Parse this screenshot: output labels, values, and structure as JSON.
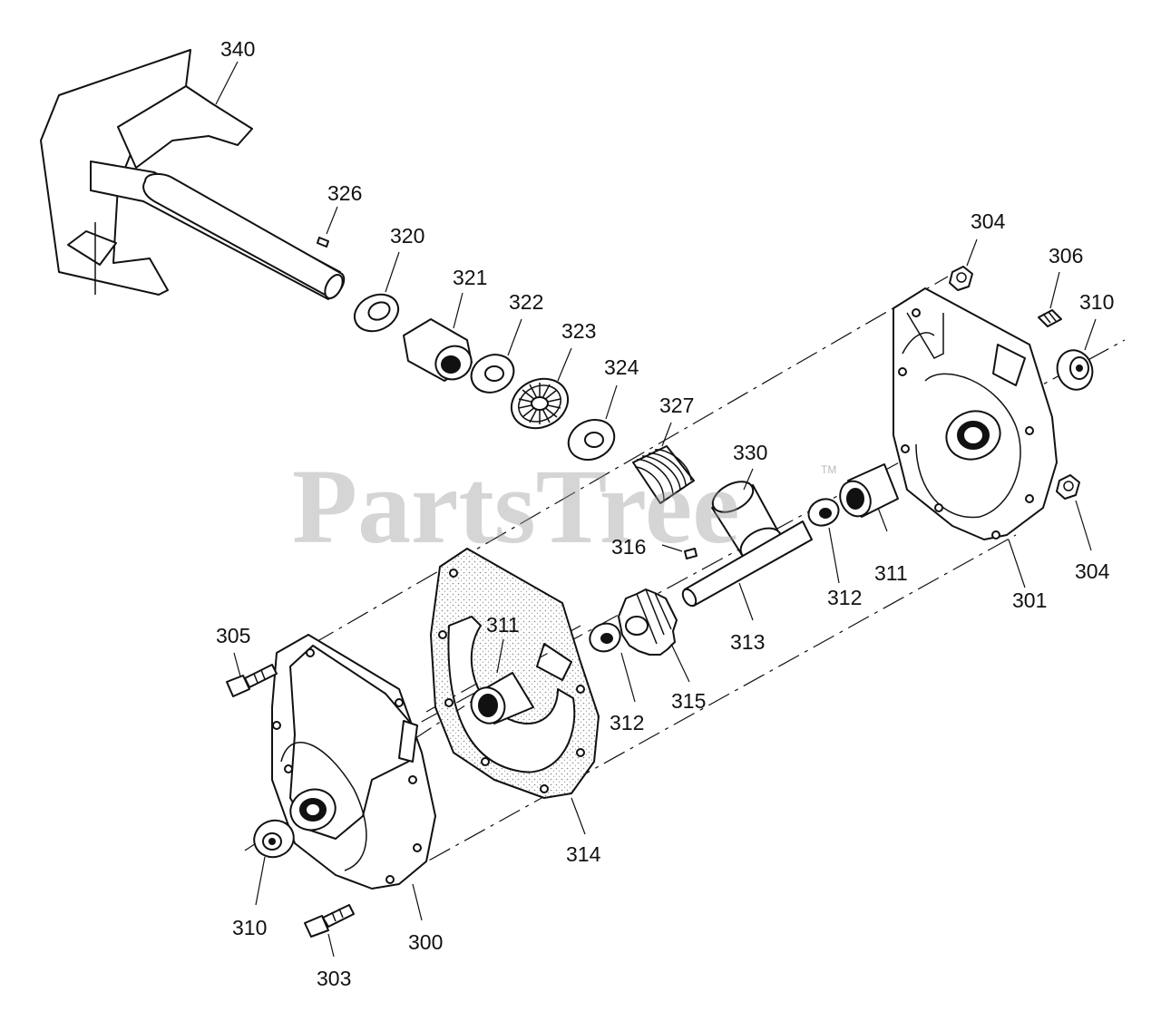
{
  "watermark": {
    "text": "PartsTree",
    "trademark": "TM"
  },
  "parts": [
    {
      "label": "340"
    },
    {
      "label": "326"
    },
    {
      "label": "320"
    },
    {
      "label": "321"
    },
    {
      "label": "322"
    },
    {
      "label": "323"
    },
    {
      "label": "324"
    },
    {
      "label": "327"
    },
    {
      "label": "330"
    },
    {
      "label": "316"
    },
    {
      "label": "304"
    },
    {
      "label": "306"
    },
    {
      "label": "310"
    },
    {
      "label": "311"
    },
    {
      "label": "312"
    },
    {
      "label": "301"
    },
    {
      "label": "304"
    },
    {
      "label": "313"
    },
    {
      "label": "305"
    },
    {
      "label": "311"
    },
    {
      "label": "312"
    },
    {
      "label": "315"
    },
    {
      "label": "314"
    },
    {
      "label": "310"
    },
    {
      "label": "300"
    },
    {
      "label": "303"
    }
  ]
}
